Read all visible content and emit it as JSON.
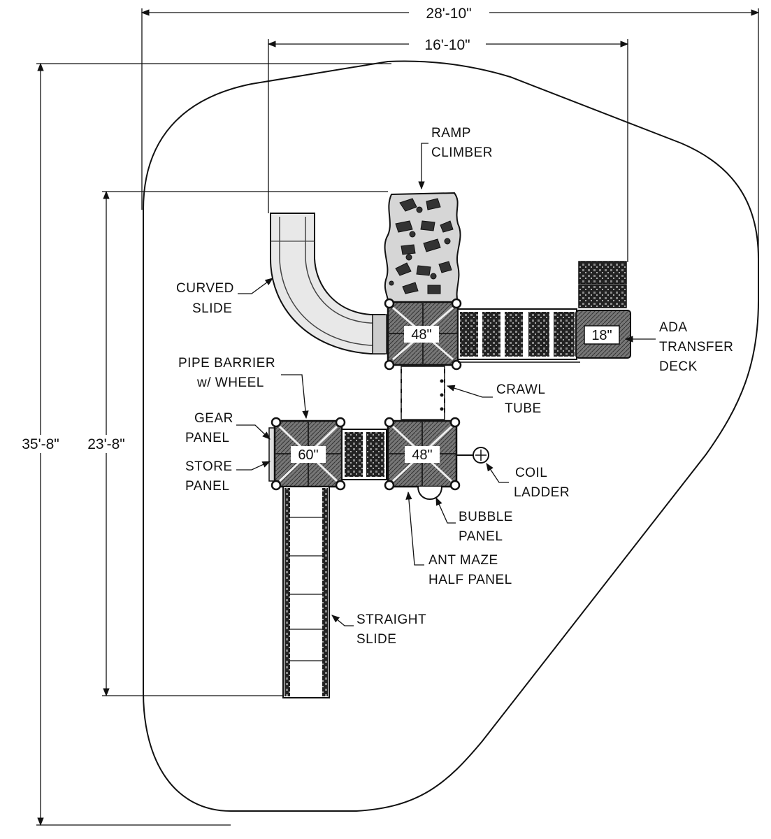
{
  "dimensions": {
    "overall_width": "28'-10\"",
    "structure_width": "16'-10\"",
    "overall_length": "35'-8\"",
    "structure_length": "23'-8\""
  },
  "labels": {
    "ramp_climber": [
      "RAMP",
      "CLIMBER"
    ],
    "curved_slide": [
      "CURVED",
      "SLIDE"
    ],
    "ada_transfer_deck": [
      "ADA",
      "TRANSFER",
      "DECK"
    ],
    "crawl_tube": [
      "CRAWL",
      "TUBE"
    ],
    "pipe_barrier": [
      "PIPE  BARRIER",
      "w/  WHEEL"
    ],
    "gear_panel": [
      "GEAR",
      "PANEL"
    ],
    "store_panel": [
      "STORE",
      "PANEL"
    ],
    "coil_ladder": [
      "COIL",
      "LADDER"
    ],
    "bubble_panel": [
      "BUBBLE",
      "PANEL"
    ],
    "ant_maze": [
      "ANT  MAZE",
      "HALF  PANEL"
    ],
    "straight_slide": [
      "STRAIGHT",
      "SLIDE"
    ]
  },
  "deck_sizes": {
    "upper_deck": "48\"",
    "transfer_deck": "18\"",
    "lower_left_deck": "60\"",
    "lower_right_deck": "48\""
  }
}
